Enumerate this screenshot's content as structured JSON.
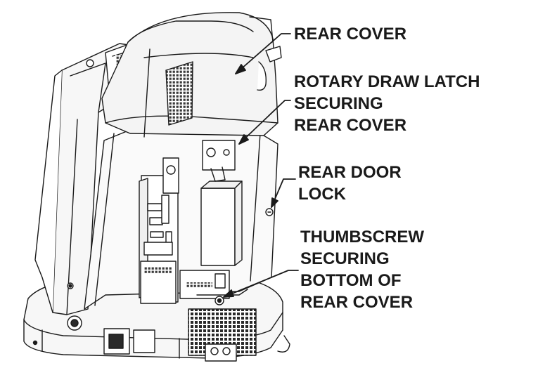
{
  "callouts": {
    "rear_cover": {
      "lines": [
        "REAR COVER"
      ]
    },
    "latch": {
      "lines": [
        "ROTARY DRAW LATCH",
        "SECURING",
        "REAR COVER"
      ]
    },
    "door_lock": {
      "lines": [
        "REAR DOOR",
        "LOCK"
      ]
    },
    "thumbscrew": {
      "lines": [
        "THUMBSCREW",
        "SECURING",
        "BOTTOM OF",
        "REAR COVER"
      ]
    }
  },
  "colors": {
    "ink": "#1a1a1a",
    "background": "#ffffff",
    "panel_fill": "#f4f4f4",
    "grille": "#3a3a3a"
  }
}
